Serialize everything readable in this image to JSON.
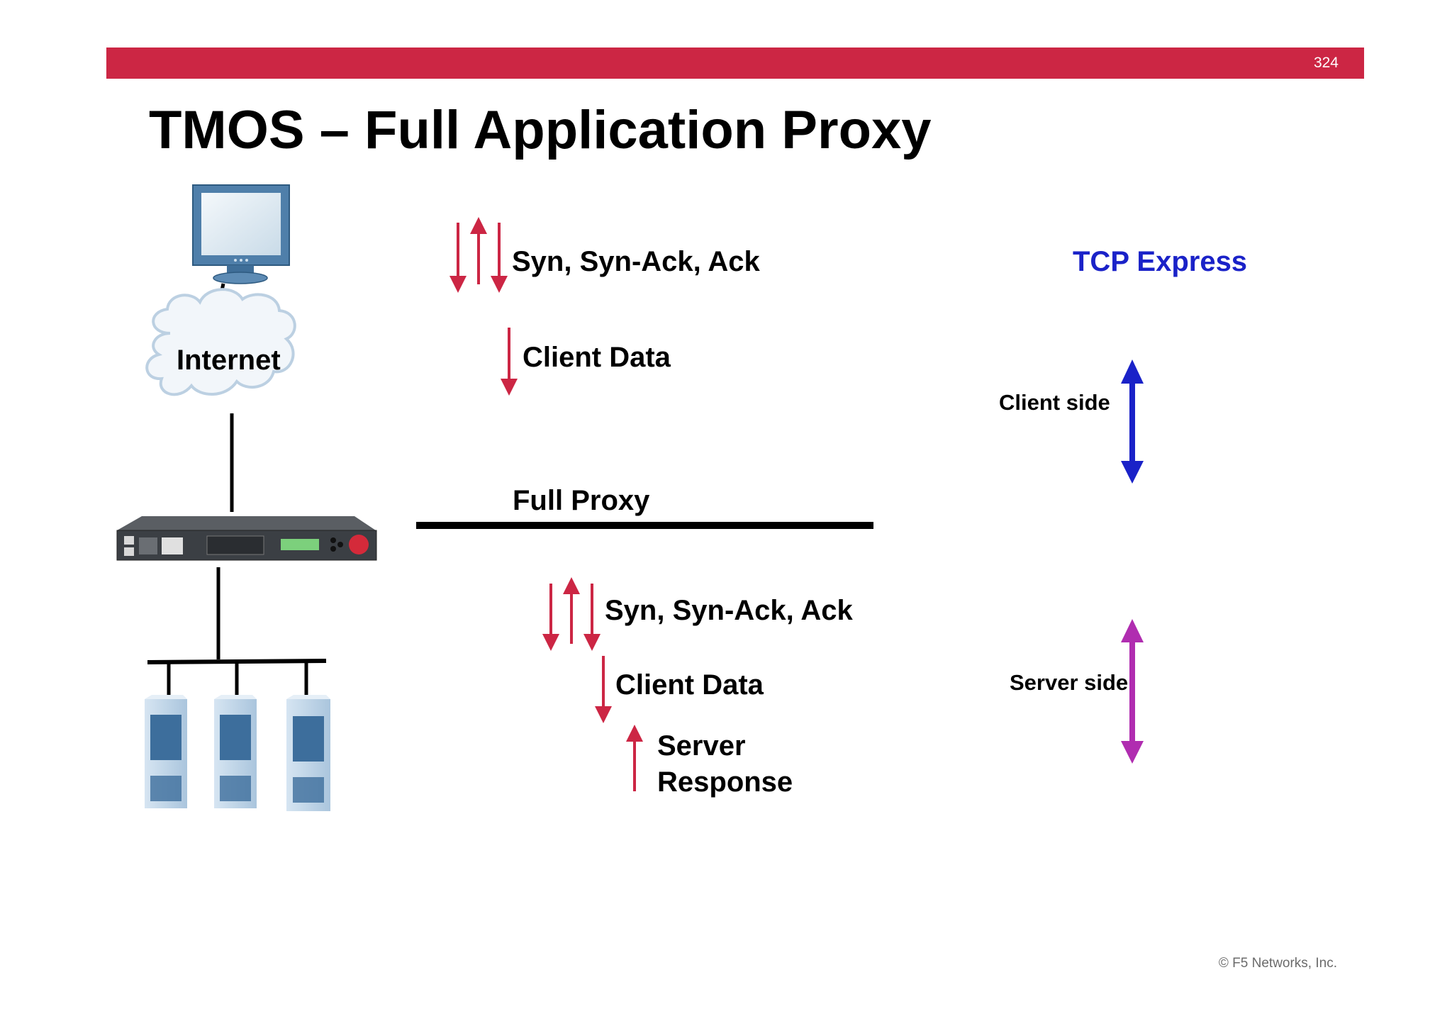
{
  "slide": {
    "number": "324",
    "title": "TMOS – Full Application Proxy",
    "footer": "© F5 Networks, Inc."
  },
  "diagram": {
    "internet_label": "Internet",
    "proxy_label": "Full Proxy",
    "client_flow": {
      "handshake": "Syn, Syn-Ack, Ack",
      "data": "Client Data"
    },
    "server_flow": {
      "handshake": "Syn, Syn-Ack, Ack",
      "data": "Client Data",
      "response_line1": "Server",
      "response_line2": "Response"
    },
    "legend": {
      "heading": "TCP Express",
      "client_side": "Client side",
      "server_side": "Server side"
    },
    "colors": {
      "accent_bar": "#cc2644",
      "flow_arrow": "#cc2644",
      "client_side_arrow": "#1a22c8",
      "server_side_arrow": "#b02db0",
      "tcp_express_text": "#1a22c8"
    },
    "icons": [
      "monitor-icon",
      "cloud-icon",
      "load-balancer-appliance-icon",
      "server-icon"
    ]
  }
}
